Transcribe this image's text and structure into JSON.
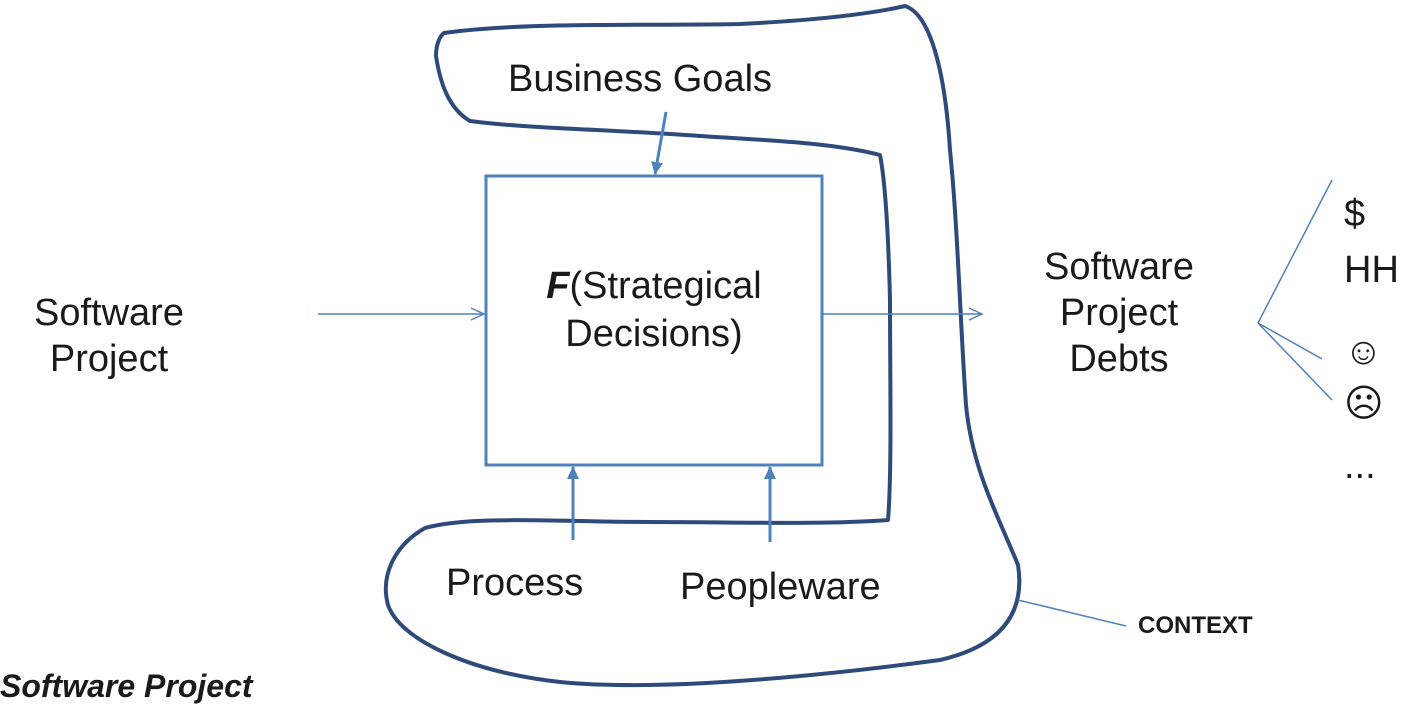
{
  "labels": {
    "business_goals": "Business Goals",
    "input_line1": "Software",
    "input_line2": "Project",
    "box_f": "F",
    "box_line1": "(Strategical",
    "box_line2": "Decisions)",
    "output_line1": "Software",
    "output_line2": "Project",
    "output_line3": "Debts",
    "process": "Process",
    "peopleware": "Peopleware",
    "context": "CONTEXT",
    "footer": "Software Project"
  },
  "outputs": [
    "$",
    "HH",
    "☺",
    "☹",
    "..."
  ],
  "colors": {
    "box_stroke": "#4f81bd",
    "arrow": "#4f81bd",
    "context_outline": "#2e4a7a",
    "text": "#1a1a1a"
  }
}
